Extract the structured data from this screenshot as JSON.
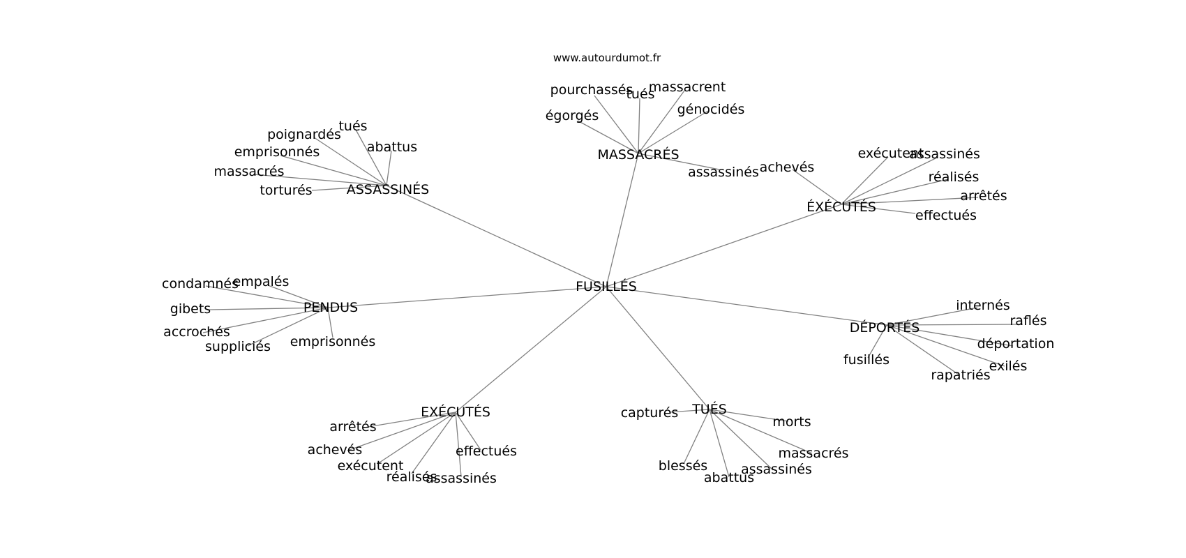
{
  "source": "www.autourdumot.fr",
  "style": {
    "edge_color": "#808080",
    "text_color": "#000000",
    "background": "#ffffff"
  },
  "center": "FUSILLÉS",
  "clusters": [
    {
      "label": "MASSACRÉS",
      "words": [
        "pourchassés",
        "tués",
        "massacrent",
        "égorgés",
        "génocidés",
        "assassinés"
      ]
    },
    {
      "label": "ASSASSINÉS",
      "words": [
        "poignardés",
        "tués",
        "abattus",
        "emprisonnés",
        "massacrés",
        "torturés"
      ]
    },
    {
      "label": "ÉXÉCUTÉS",
      "words": [
        "achevés",
        "exécutent",
        "assassinés",
        "réalisés",
        "arrêtés",
        "effectués"
      ]
    },
    {
      "label": "PENDUS",
      "words": [
        "condamnés",
        "empalés",
        "gibets",
        "accrochés",
        "suppliciés",
        "emprisonnés"
      ]
    },
    {
      "label": "DÉPORTÉS",
      "words": [
        "internés",
        "raflés",
        "déportation",
        "exilés",
        "rapatriés",
        "fusillés"
      ]
    },
    {
      "label": "EXÉCUTÉS",
      "words": [
        "arrêtés",
        "achevés",
        "exécutent",
        "réalisés",
        "assassinés",
        "effectués"
      ]
    },
    {
      "label": "TUÉS",
      "words": [
        "capturés",
        "morts",
        "massacrés",
        "assassinés",
        "abattus",
        "blessés"
      ]
    }
  ]
}
